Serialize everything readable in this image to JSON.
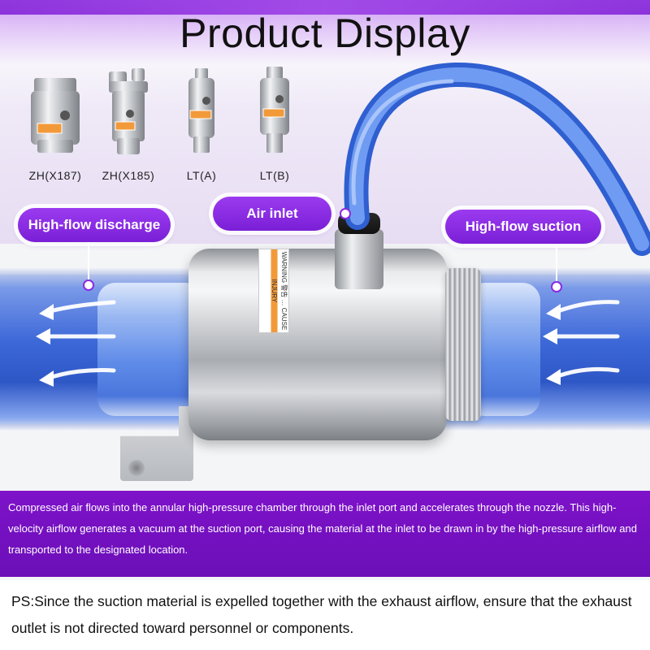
{
  "title": "Product Display",
  "products": [
    {
      "label": "ZH(X187)",
      "icon": "ejector-zh-x187-icon"
    },
    {
      "label": "ZH(X185)",
      "icon": "ejector-zh-x185-icon"
    },
    {
      "label": "LT(A)",
      "icon": "ejector-lt-a-icon"
    },
    {
      "label": "LT(B)",
      "icon": "ejector-lt-b-icon"
    }
  ],
  "labels": {
    "air_inlet": "Air inlet",
    "discharge": "High-flow discharge",
    "suction": "High-flow suction"
  },
  "warning_label": "WARNING 警告 … CAUSE INJURY",
  "description": "Compressed air flows into the annular high-pressure chamber through the inlet port and accelerates through the nozzle. This high-velocity airflow generates a vacuum at the suction port, causing the material at the inlet to be drawn in by the high-pressure airflow and transported to the designated location.",
  "ps_note": "PS:Since the suction material is expelled together with the exhaust airflow, ensure that the exhaust outlet is not directed toward personnel or components.",
  "colors": {
    "accent_purple": "#7a1fd6",
    "pipe_blue": "#3d68d8",
    "hose_blue": "#4a7ee8",
    "warning_orange": "#f29a3a"
  }
}
